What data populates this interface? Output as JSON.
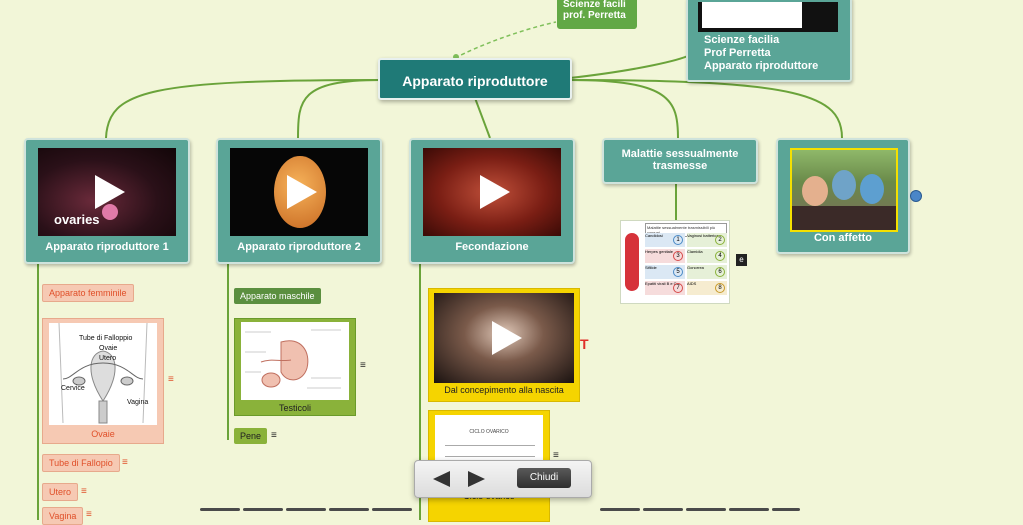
{
  "central": {
    "title": "Apparato riproduttore"
  },
  "callout_top": {
    "line1": "Scienze facili",
    "line2": "prof. Perretta"
  },
  "top_right_box": {
    "line1": "Scienze facilia",
    "line2": "Prof Perretta",
    "line3": "Apparato riproduttore"
  },
  "topics": [
    {
      "label": "Apparato riproduttore 1",
      "thumb_text": "ovaries"
    },
    {
      "label": "Apparato riproduttore 2"
    },
    {
      "label": "Fecondazione"
    },
    {
      "label": "Malattie sessualmente trasmesse"
    },
    {
      "label": "Con affetto"
    }
  ],
  "branch1": {
    "items": [
      "Apparato femminile",
      "Ovaie",
      "Tube di Fallopio",
      "Utero",
      "Vagina"
    ],
    "diagram_labels": [
      "Tube di Falloppio",
      "Ovaie",
      "Utero",
      "Cervice",
      "Vagina"
    ]
  },
  "branch2": {
    "items": [
      "Apparato maschile",
      "Testicoli",
      "Pene"
    ]
  },
  "branch3": {
    "items": [
      "Dal concepimento alla nascita",
      "Ciclo ovarico"
    ],
    "ciclo_title": "CICLO OVARICO"
  },
  "malattie_card": {
    "title": "Malattie sessualmente trasmissibili più comuni",
    "items": [
      {
        "num": "1",
        "name": "Candidosi"
      },
      {
        "num": "2",
        "name": "Vaginosi batterica"
      },
      {
        "num": "3",
        "name": "Herpes genitale"
      },
      {
        "num": "4",
        "name": "Clamidia"
      },
      {
        "num": "5",
        "name": "Sifilide"
      },
      {
        "num": "6",
        "name": "Gonorrea"
      },
      {
        "num": "7",
        "name": "Epatiti virali B e C"
      },
      {
        "num": "8",
        "name": "AIDS"
      }
    ]
  },
  "markers": {
    "t_marker": "T",
    "lines_icon": "≡"
  },
  "toolbar": {
    "close_label": "Chiudi"
  }
}
